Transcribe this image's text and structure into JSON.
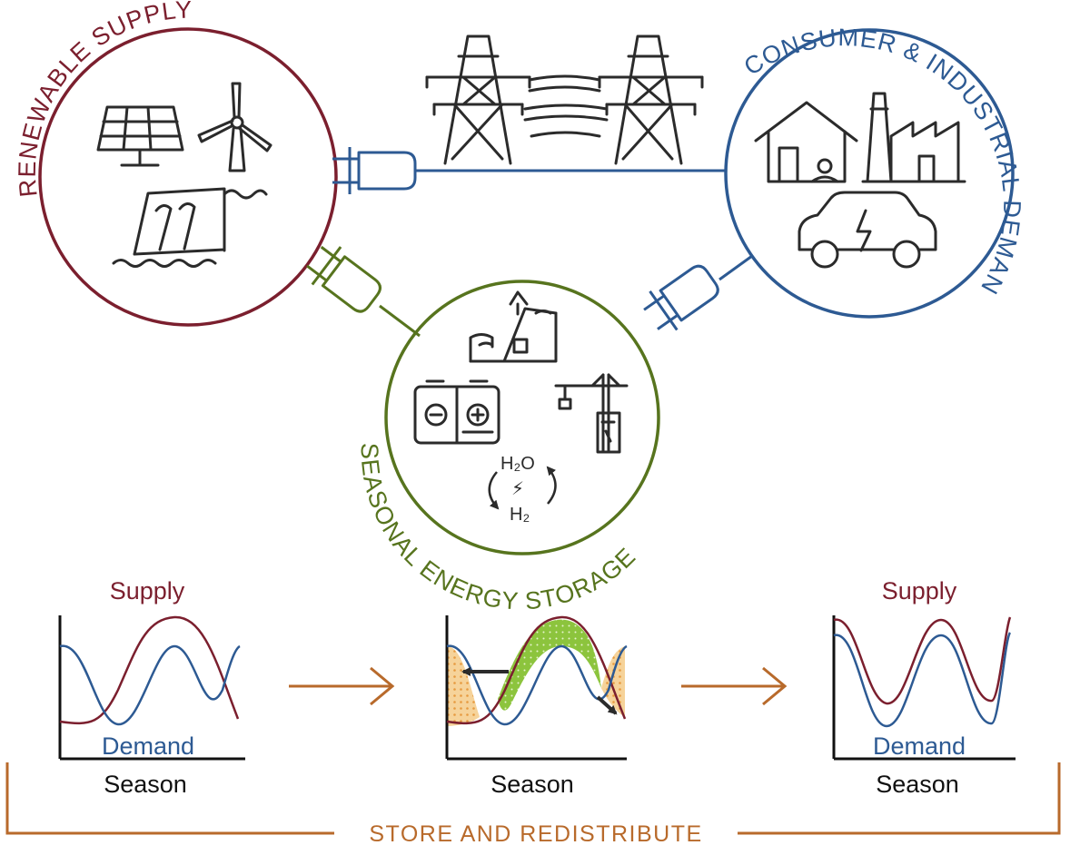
{
  "colors": {
    "supply": "#7b1f2e",
    "consumer": "#2d5a93",
    "storage": "#57741e",
    "arrow": "#b86a2b",
    "icon": "#2b2b2b",
    "fill_green": "#8cc43d",
    "fill_orange": "#f2b862"
  },
  "nodes": {
    "supply": {
      "label": "RENEWABLE SUPPLY",
      "icons": [
        "solar-panel-icon",
        "wind-turbine-icon",
        "hydro-dam-icon"
      ]
    },
    "consumer": {
      "label": "CONSUMER & INDUSTRIAL DEMAND",
      "icons": [
        "house-icon",
        "factory-icon",
        "electric-car-icon"
      ]
    },
    "storage": {
      "label": "SEASONAL ENERGY STORAGE",
      "icons": [
        "pumped-hydro-icon",
        "battery-icon",
        "gravity-crane-icon",
        "hydrogen-cycle-icon"
      ]
    }
  },
  "connectors": [
    "transmission-tower-icon",
    "plug-icon"
  ],
  "hydrogen": {
    "water": "H₂O",
    "bolt": "⚡",
    "gas": "H₂"
  },
  "charts": {
    "before": {
      "supply_label": "Supply",
      "demand_label": "Demand",
      "x_label": "Season"
    },
    "during": {
      "x_label": "Season"
    },
    "after": {
      "supply_label": "Supply",
      "demand_label": "Demand",
      "x_label": "Season"
    }
  },
  "footer": {
    "label": "STORE AND REDISTRIBUTE"
  }
}
